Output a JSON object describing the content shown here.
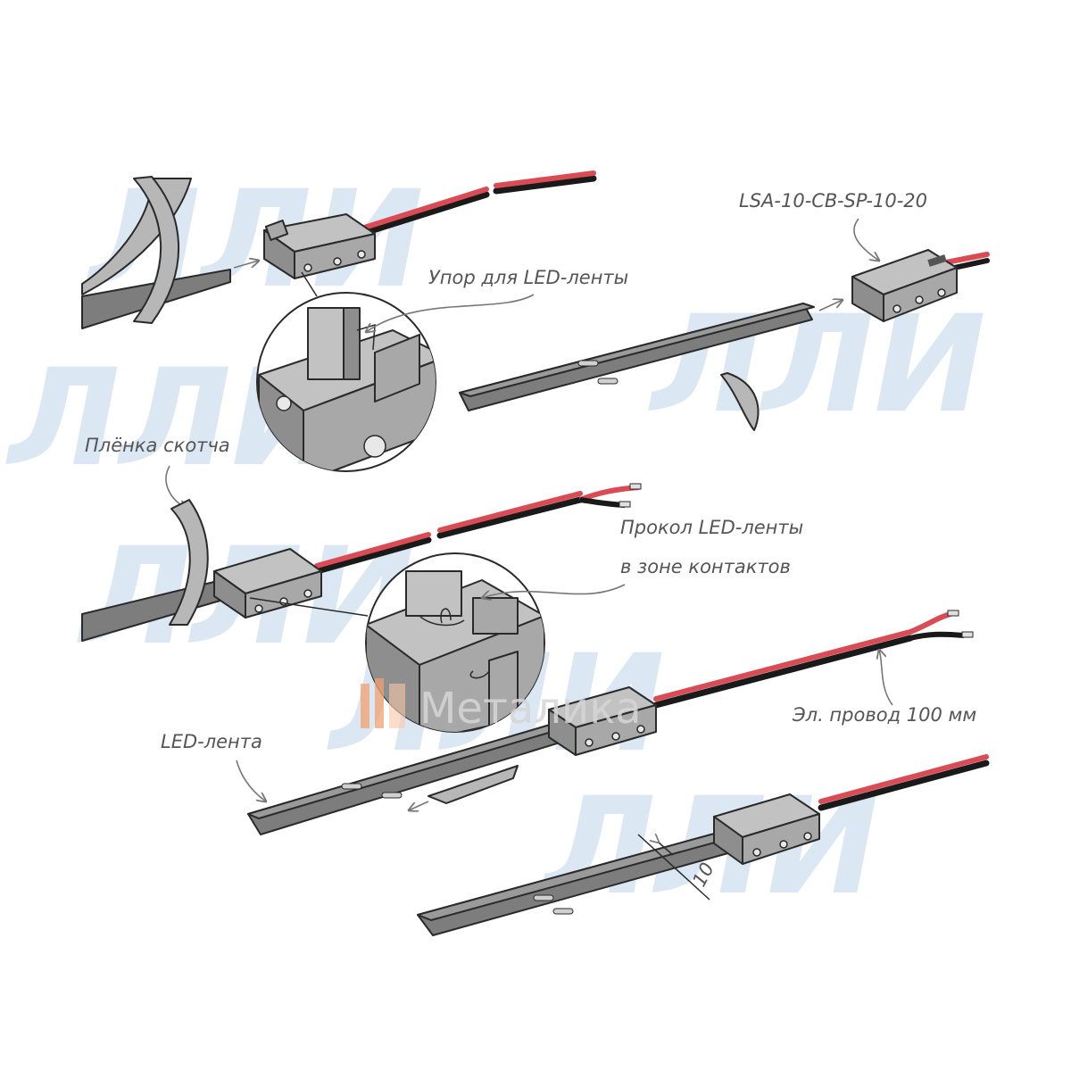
{
  "colors": {
    "wire_red": "#d94b55",
    "wire_black": "#1a1a1a",
    "watermark_blue": "#dbe7f2",
    "logo_orange": "#f0a070"
  },
  "labels": {
    "product_code": "LSA-10-CB-SP-10-20",
    "stop_for_tape": "Упор для LED-ленты",
    "tape_film": "Плёнка скотча",
    "pierce_line1": "Прокол LED-ленты",
    "pierce_line2": "в зоне контактов",
    "wire": "Эл. провод 100 мм",
    "led_tape": "LED-лента",
    "dimension": "10"
  },
  "watermark": {
    "mark": "ЛЛИ",
    "brand": "Металика"
  }
}
